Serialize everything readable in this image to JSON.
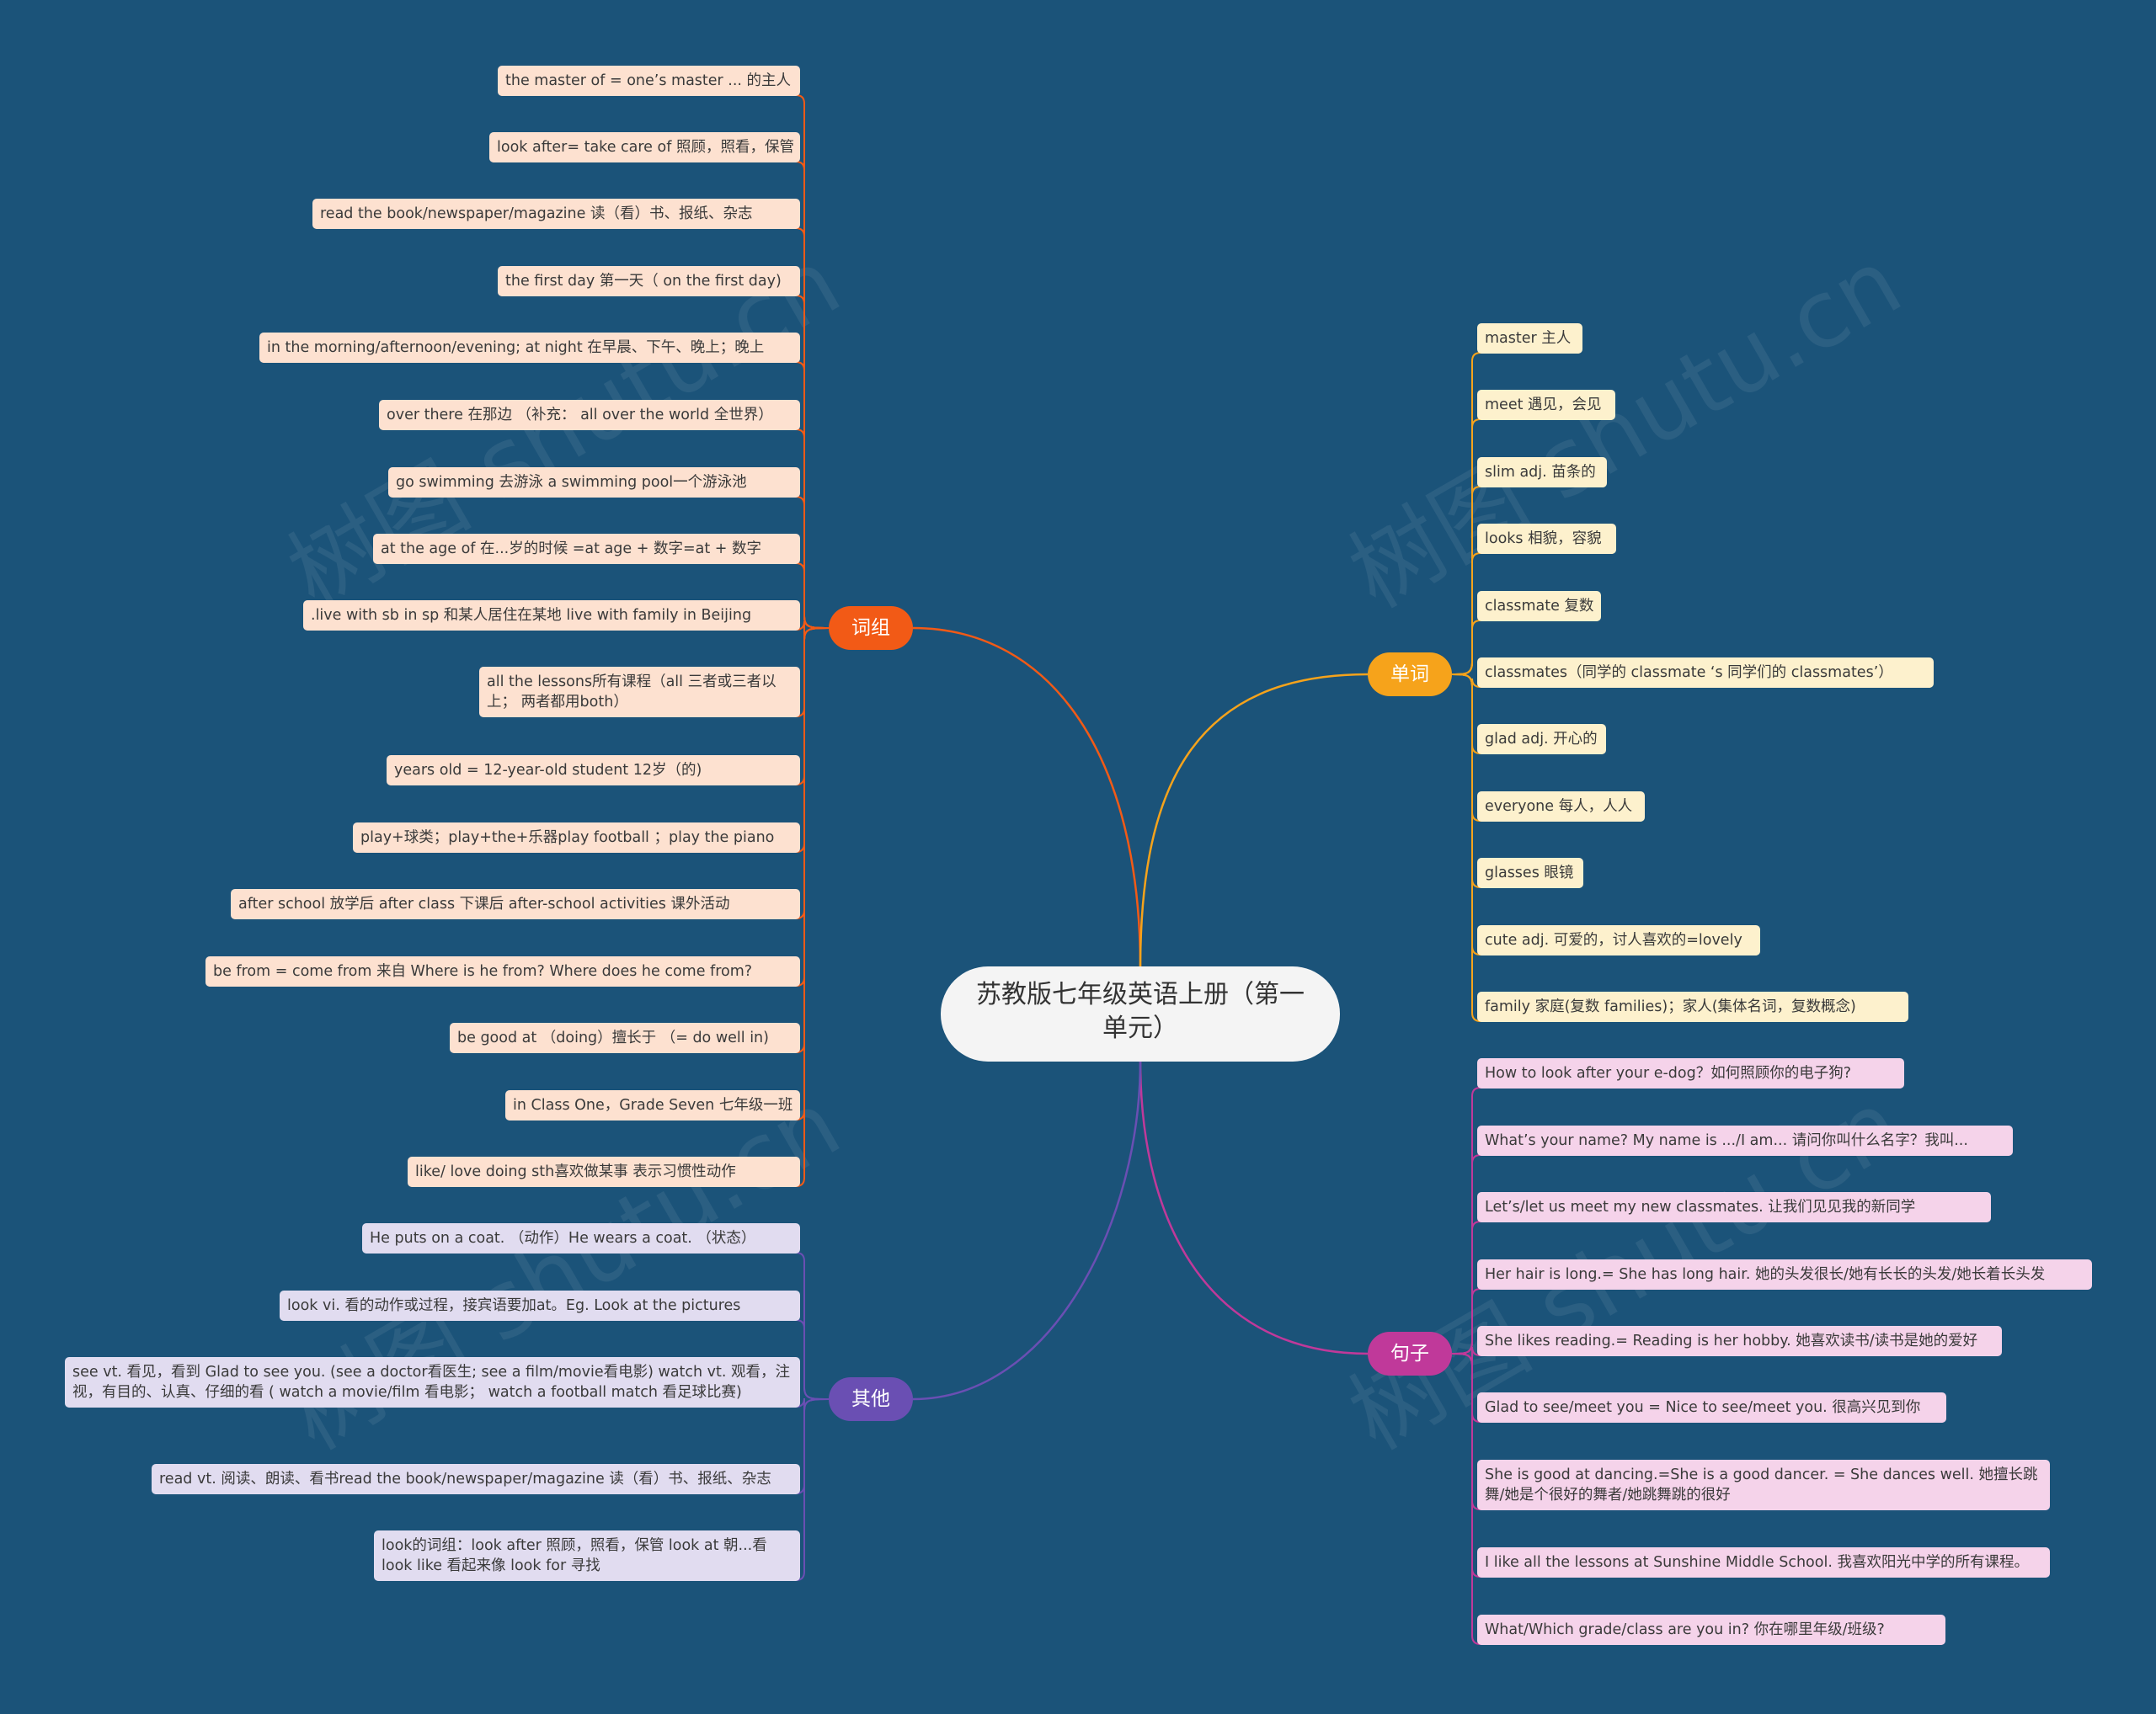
{
  "title": "苏教版七年级英语上册（第一单元）",
  "colors": {
    "background": "#1b5379",
    "ciyu": "#f25a16",
    "danci": "#f6a31b",
    "juzi": "#c0399a",
    "qita": "#6a4fb3"
  },
  "branches": {
    "ciyu": {
      "label": "词组",
      "items": [
        "the master of = one’s master ... 的主人",
        "look after= take care of 照顾，照看，保管",
        "read the book/newspaper/magazine 读（看）书、报纸、杂志",
        "the first day 第一天（ on the first day)",
        "in the morning/afternoon/evening; at night 在早晨、下午、晚上；晚上",
        "over there 在那边 （补充： all over the world 全世界）",
        "go swimming 去游泳 a swimming pool一个游泳池",
        "at the age of 在...岁的时候 =at age + 数字=at + 数字",
        ".live with sb in sp 和某人居住在某地  live with family in Beijing",
        "all the lessons所有课程（all 三者或三者以上； 两者都用both）",
        "years old    =    12-year-old student 12岁（的)",
        "play+球类；play+the+乐器play football ；play the piano",
        "after school  放学后    after class 下课后    after-school activities 课外活动",
        "be from = come from 来自   Where is he from?    Where does he come from?",
        "be good at （doing）擅长于  （= do well in)",
        "in Class One，Grade Seven 七年级一班",
        "like/ love doing sth喜欢做某事     表示习惯性动作"
      ]
    },
    "danci": {
      "label": "单词",
      "items": [
        "master 主人",
        "meet 遇见，会见",
        "slim adj. 苗条的",
        "looks 相貌，容貌",
        "classmate 复数",
        "classmates（同学的 classmate ‘s 同学们的 classmates’）",
        "glad adj. 开心的",
        "everyone 每人，人人",
        "glasses 眼镜",
        "cute adj. 可爱的，讨人喜欢的=lovely",
        "family 家庭(复数 families)；家人(集体名词，复数概念)"
      ]
    },
    "juzi": {
      "label": "句子",
      "items": [
        "How to look after your e-dog？如何照顾你的电子狗?",
        "What’s your name? My name is .../I am... 请问你叫什么名字？我叫...",
        "Let’s/let us meet my new classmates. 让我们见见我的新同学",
        "Her hair is long.= She has long hair.   她的头发很长/她有长长的头发/她长着长头发",
        "She likes reading.= Reading is her hobby. 她喜欢读书/读书是她的爱好",
        "Glad to see/meet you = Nice to see/meet you. 很高兴见到你",
        "She is good at dancing.=She is a good dancer. = She dances well. 她擅长跳舞/她是个很好的舞者/她跳舞跳的很好",
        "I like all the lessons at Sunshine Middle School. 我喜欢阳光中学的所有课程。",
        "What/Which grade/class are you in? 你在哪里年级/班级?"
      ]
    },
    "qita": {
      "label": "其他",
      "items": [
        "He puts on a coat. （动作）He wears a coat. （状态）",
        "look vi. 看的动作或过程，接宾语要加at。Eg. Look at the pictures",
        "see vt. 看见，看到 Glad to see you. (see a doctor看医生; see a film/movie看电影) watch vt. 观看，注视，有目的、认真、仔细的看 ( watch a movie/film 看电影；  watch a football match 看足球比赛)",
        "read vt. 阅读、朗读、看书read the book/newspaper/magazine 读（看）书、报纸、杂志",
        "look的词组：look after 照顾，照看，保管  look at 朝...看  look like 看起来像  look for 寻找"
      ]
    }
  },
  "watermark": "树图 shutu.cn"
}
